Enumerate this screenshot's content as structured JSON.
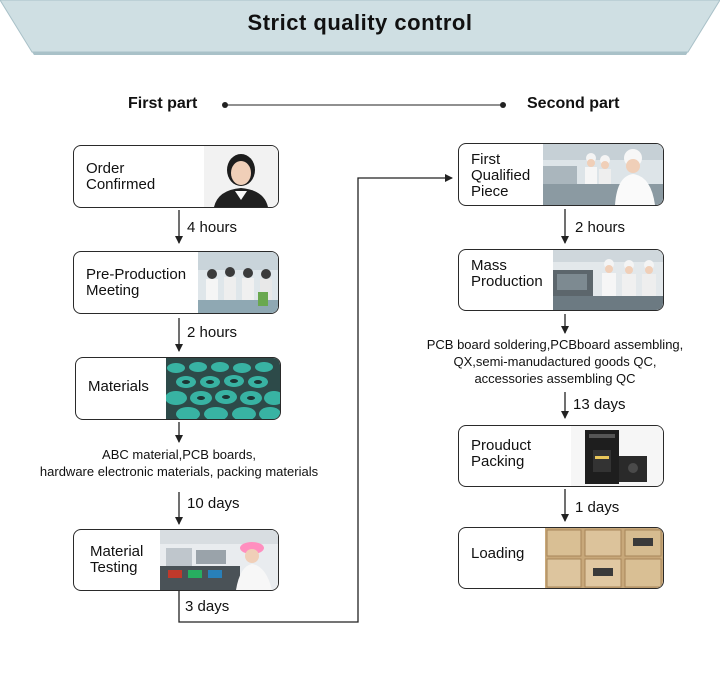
{
  "title": "Strict quality control",
  "timeline": {
    "left_label": "First part",
    "right_label": "Second part"
  },
  "left_column": {
    "steps": [
      {
        "label": "Order\nConfirmed",
        "photo": "woman-portrait"
      },
      {
        "label": "Pre-Production\nMeeting",
        "photo": "meeting-room"
      },
      {
        "label": "Materials",
        "photo": "green-plastic-parts"
      },
      {
        "label": "Material\nTesting",
        "photo": "worker-testing"
      }
    ],
    "durations": [
      "4 hours",
      "2 hours",
      "10 days",
      "3 days"
    ],
    "materials_note": "ABC material,PCB boards,\nhardware electronic materials, packing materials"
  },
  "right_column": {
    "steps": [
      {
        "label": "First\nQualified\nPiece",
        "photo": "factory-workers"
      },
      {
        "label": "Mass\nProduction",
        "photo": "assembly-line"
      },
      {
        "label": "Prouduct\nPacking",
        "photo": "product-box"
      },
      {
        "label": "Loading",
        "photo": "cartons"
      }
    ],
    "durations": [
      "2 hours",
      "13 days",
      "1 days"
    ],
    "production_note": "PCB board soldering,PCBboard assembling,\nQX,semi-manudactured goods QC,\naccessories assembling QC"
  },
  "colors": {
    "banner": "#cfdfe3",
    "banner_edge": "#a9c1c8",
    "line": "#222222"
  }
}
